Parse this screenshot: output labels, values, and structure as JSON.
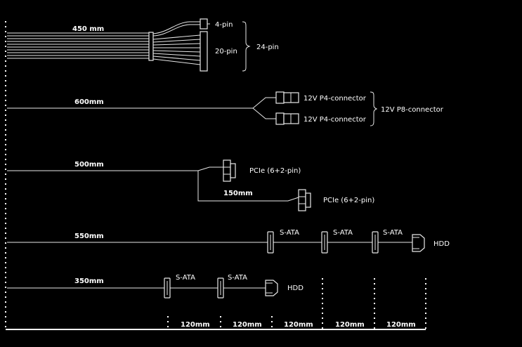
{
  "atx": {
    "length": "450 mm",
    "pin4": "4-pin",
    "pin20": "20-pin",
    "pin24": "24-pin"
  },
  "cpu": {
    "length": "600mm",
    "connector_a": "12V P4-connector",
    "connector_b": "12V P4-connector",
    "combined": "12V P8-connector"
  },
  "pcie": {
    "length": "500mm",
    "connector_a": "PCIe (6+2-pin)",
    "extension": "150mm",
    "connector_b": "PCIe (6+2-pin)"
  },
  "sata1": {
    "length": "550mm",
    "sata_labels": [
      "S-ATA",
      "S-ATA",
      "S-ATA"
    ],
    "hdd": "HDD"
  },
  "sata2": {
    "length": "350mm",
    "sata_labels": [
      "S-ATA",
      "S-ATA"
    ],
    "hdd": "HDD"
  },
  "scale": {
    "segments": [
      "120mm",
      "120mm",
      "120mm",
      "120mm",
      "120mm"
    ]
  }
}
